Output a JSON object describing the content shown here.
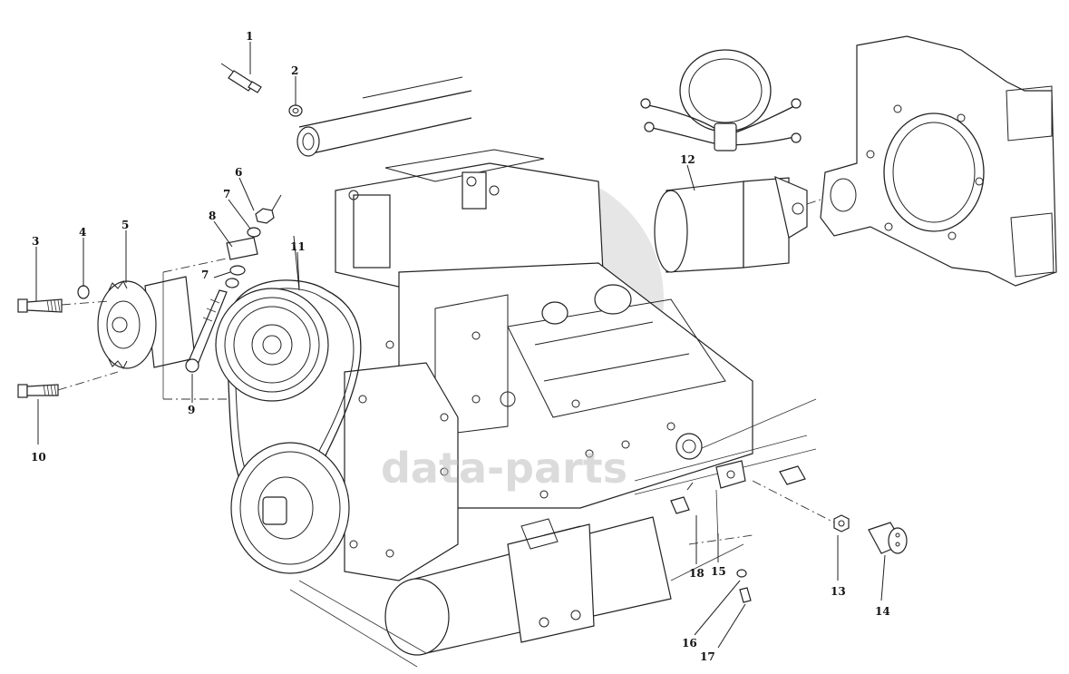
{
  "watermark": {
    "text": "data-parts",
    "color": "#bfbfbf"
  },
  "callouts": [
    {
      "id": "c1",
      "label": "1"
    },
    {
      "id": "c2",
      "label": "2"
    },
    {
      "id": "c3",
      "label": "3"
    },
    {
      "id": "c4",
      "label": "4"
    },
    {
      "id": "c5",
      "label": "5"
    },
    {
      "id": "c6",
      "label": "6"
    },
    {
      "id": "c7a",
      "label": "7"
    },
    {
      "id": "c7b",
      "label": "7"
    },
    {
      "id": "c8",
      "label": "8"
    },
    {
      "id": "c9",
      "label": "9"
    },
    {
      "id": "c10",
      "label": "10"
    },
    {
      "id": "c11",
      "label": "11"
    },
    {
      "id": "c12",
      "label": "12"
    },
    {
      "id": "c13",
      "label": "13"
    },
    {
      "id": "c14",
      "label": "14"
    },
    {
      "id": "c15",
      "label": "15"
    },
    {
      "id": "c16",
      "label": "16"
    },
    {
      "id": "c17",
      "label": "17"
    },
    {
      "id": "c18",
      "label": "18"
    }
  ]
}
